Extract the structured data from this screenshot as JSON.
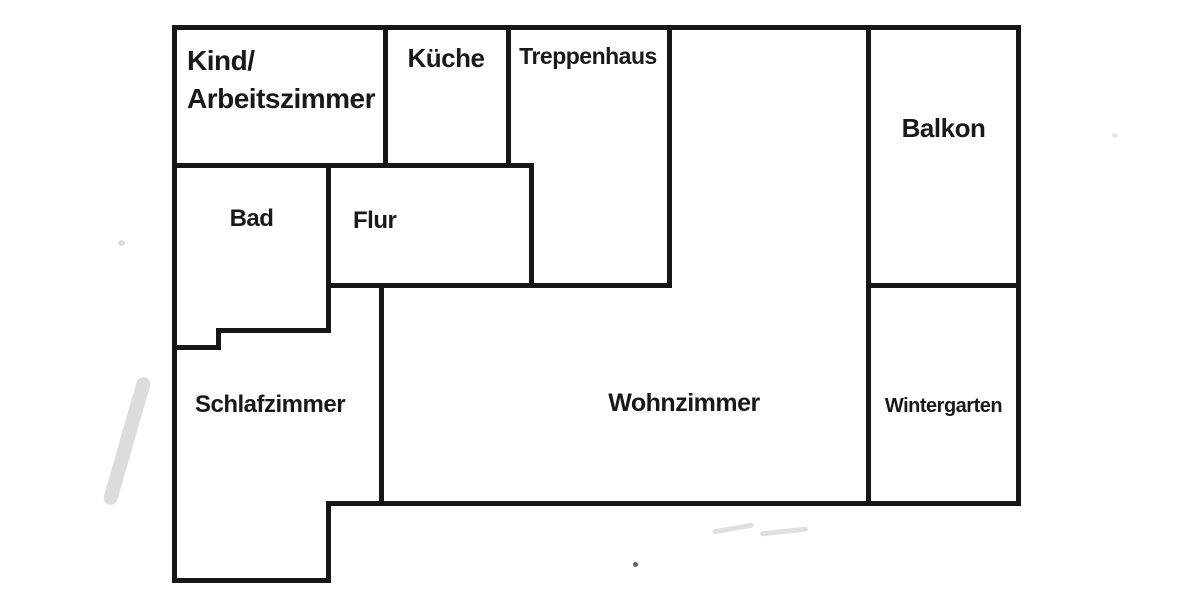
{
  "figure": {
    "type": "floor-plan",
    "background": "#ffffff",
    "wall_color": "#161616",
    "text_color": "#191919"
  },
  "rooms": {
    "kind": {
      "line1": "Kind/",
      "line2": "Arbeitszimmer"
    },
    "kueche": {
      "label": "Küche"
    },
    "treppenhaus": {
      "label": "Treppenhaus"
    },
    "balkon": {
      "label": "Balkon"
    },
    "bad": {
      "label": "Bad"
    },
    "flur": {
      "label": "Flur"
    },
    "schlafzimmer": {
      "label": "Schlafzimmer"
    },
    "wohnzimmer": {
      "label": "Wohnzimmer"
    },
    "wintergarten": {
      "label": "Wintergarten"
    }
  }
}
